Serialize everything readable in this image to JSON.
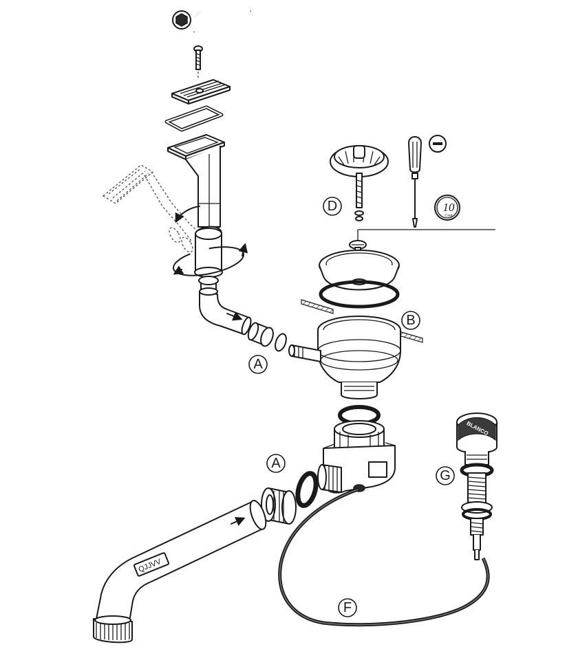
{
  "labels": {
    "a_upper": "A",
    "a_lower": "A",
    "b": "B",
    "d": "D",
    "f": "F",
    "g": "G"
  },
  "coin": {
    "value": "10",
    "unit": "Cent"
  },
  "pipe_marking": "QJJVV",
  "brand": "BLANCO",
  "icons": [
    "hex-bolt-icon",
    "allen-key-icon",
    "minus-icon",
    "screwdriver-icon",
    "direction-arrow-icon",
    "rotate-arrow-icon"
  ]
}
